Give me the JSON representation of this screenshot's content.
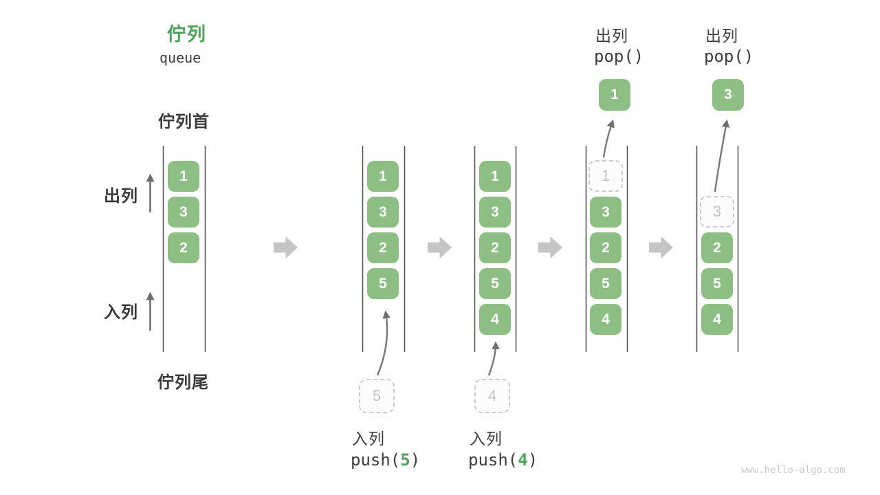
{
  "title": {
    "zh": "佇列",
    "en": "queue"
  },
  "labels": {
    "queue_front": "佇列首",
    "queue_rear": "佇列尾",
    "dequeue": "出列",
    "enqueue": "入列"
  },
  "pops": [
    {
      "label": "出列",
      "code": "pop()",
      "value": "1"
    },
    {
      "label": "出列",
      "code": "pop()",
      "value": "3"
    }
  ],
  "pushes": [
    {
      "label": "入列",
      "fn": "push(",
      "arg": "5",
      "close": ")",
      "ghost": "5"
    },
    {
      "label": "入列",
      "fn": "push(",
      "arg": "4",
      "close": ")",
      "ghost": "4"
    }
  ],
  "columns": [
    {
      "cells": [
        {
          "value": "1",
          "state": "filled"
        },
        {
          "value": "3",
          "state": "filled"
        },
        {
          "value": "2",
          "state": "filled"
        }
      ]
    },
    {
      "cells": [
        {
          "value": "1",
          "state": "filled"
        },
        {
          "value": "3",
          "state": "filled"
        },
        {
          "value": "2",
          "state": "filled"
        },
        {
          "value": "5",
          "state": "filled"
        }
      ]
    },
    {
      "cells": [
        {
          "value": "1",
          "state": "filled"
        },
        {
          "value": "3",
          "state": "filled"
        },
        {
          "value": "2",
          "state": "filled"
        },
        {
          "value": "5",
          "state": "filled"
        },
        {
          "value": "4",
          "state": "filled"
        }
      ]
    },
    {
      "cells": [
        {
          "value": "1",
          "state": "removed"
        },
        {
          "value": "3",
          "state": "filled"
        },
        {
          "value": "2",
          "state": "filled"
        },
        {
          "value": "5",
          "state": "filled"
        },
        {
          "value": "4",
          "state": "filled"
        }
      ]
    },
    {
      "cells": [
        {
          "value": "3",
          "state": "removed"
        },
        {
          "value": "2",
          "state": "filled"
        },
        {
          "value": "5",
          "state": "filled"
        },
        {
          "value": "4",
          "state": "filled"
        }
      ]
    }
  ],
  "footer": "www.hello-algo.com",
  "colors": {
    "box_green": "#8DBE84",
    "accent_green": "#4DA45A",
    "arrow_gray": "#C5C5C5",
    "line_color": "#555555",
    "text_dark": "#3C3C3C",
    "ghost_gray": "#C3C3C3"
  }
}
